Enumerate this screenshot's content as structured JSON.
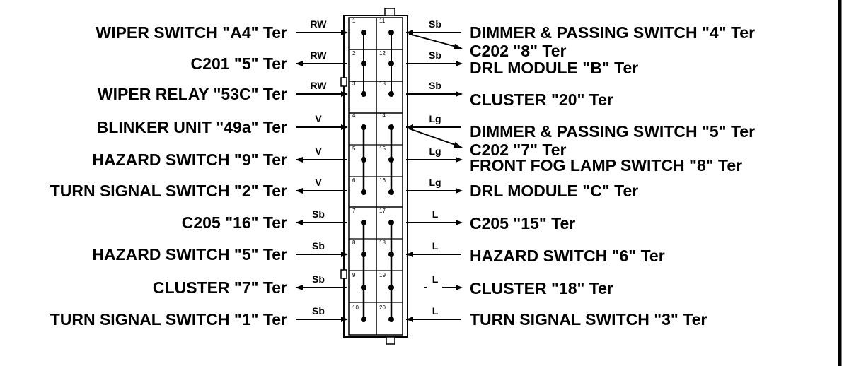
{
  "left_terminals": [
    {
      "label": "WIPER SWITCH \"A4\" Ter",
      "wire": "RW",
      "dir": "in"
    },
    {
      "label": "C201 \"5\" Ter",
      "wire": "RW",
      "dir": "out"
    },
    {
      "label": "WIPER RELAY \"53C\" Ter",
      "wire": "RW",
      "dir": "in"
    },
    {
      "label": "BLINKER UNIT \"49a\" Ter",
      "wire": "V",
      "dir": "in"
    },
    {
      "label": "HAZARD SWITCH \"9\" Ter",
      "wire": "V",
      "dir": "out"
    },
    {
      "label": "TURN SIGNAL SWITCH \"2\" Ter",
      "wire": "V",
      "dir": "out"
    },
    {
      "label": "C205 \"16\" Ter",
      "wire": "Sb",
      "dir": "out"
    },
    {
      "label": "HAZARD SWITCH \"5\" Ter",
      "wire": "Sb",
      "dir": "in"
    },
    {
      "label": "CLUSTER \"7\" Ter",
      "wire": "Sb",
      "dir": "out"
    },
    {
      "label": "TURN SIGNAL SWITCH \"1\" Ter",
      "wire": "Sb",
      "dir": "in"
    }
  ],
  "right_terminals": [
    {
      "label": "DIMMER & PASSING SWITCH \"4\" Ter",
      "wire": "Sb"
    },
    {
      "label": "C202 \"8\" Ter",
      "wire": ""
    },
    {
      "label": "DRL MODULE \"B\" Ter",
      "wire": "Sb"
    },
    {
      "label": "CLUSTER \"20\" Ter",
      "wire": "Sb"
    },
    {
      "label": "DIMMER & PASSING SWITCH \"5\" Ter",
      "wire": "Lg"
    },
    {
      "label": "C202 \"7\" Ter",
      "wire": ""
    },
    {
      "label": "FRONT FOG LAMP SWITCH \"8\" Ter",
      "wire": "Lg"
    },
    {
      "label": "DRL MODULE \"C\" Ter",
      "wire": "Lg"
    },
    {
      "label": "C205 \"15\" Ter",
      "wire": "L"
    },
    {
      "label": "HAZARD SWITCH \"6\" Ter",
      "wire": "L"
    },
    {
      "label": "CLUSTER \"18\" Ter",
      "wire": "L"
    },
    {
      "label": "TURN SIGNAL SWITCH \"3\" Ter",
      "wire": "L"
    }
  ],
  "connector_pins": {
    "left_column": [
      "1",
      "2",
      "3",
      "4",
      "5",
      "6",
      "7",
      "8",
      "9",
      "10"
    ],
    "right_column": [
      "11",
      "12",
      "13",
      "14",
      "15",
      "16",
      "17",
      "18",
      "19",
      "20"
    ]
  }
}
